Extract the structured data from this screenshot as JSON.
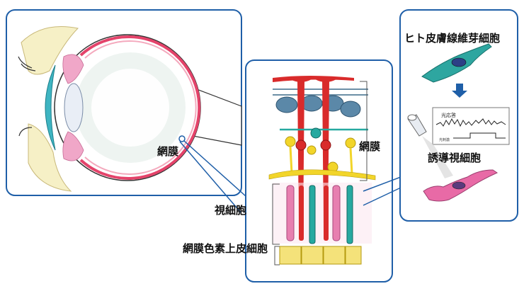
{
  "labels": {
    "retina_eye": "網膜",
    "retina_layer": "網膜",
    "photoreceptor": "視細胞",
    "rpe": "網膜色素上皮細胞",
    "fibroblast": "ヒト皮膚線維芽細胞",
    "induced": "誘導視細胞",
    "trace_title": "光応答",
    "trace_tag": "光刺激"
  },
  "colors": {
    "frame_blue": "#1f5fa8",
    "cell_red": "#d92b2b",
    "cell_yellow": "#f2d52a",
    "cell_blue": "#5b88a8",
    "cell_pink": "#e77fb0",
    "cell_teal": "#26a9a0",
    "fibroblast": "#2ea6a0",
    "induced_cell": "#e86aa6",
    "arrow": "#1f5fa8"
  }
}
